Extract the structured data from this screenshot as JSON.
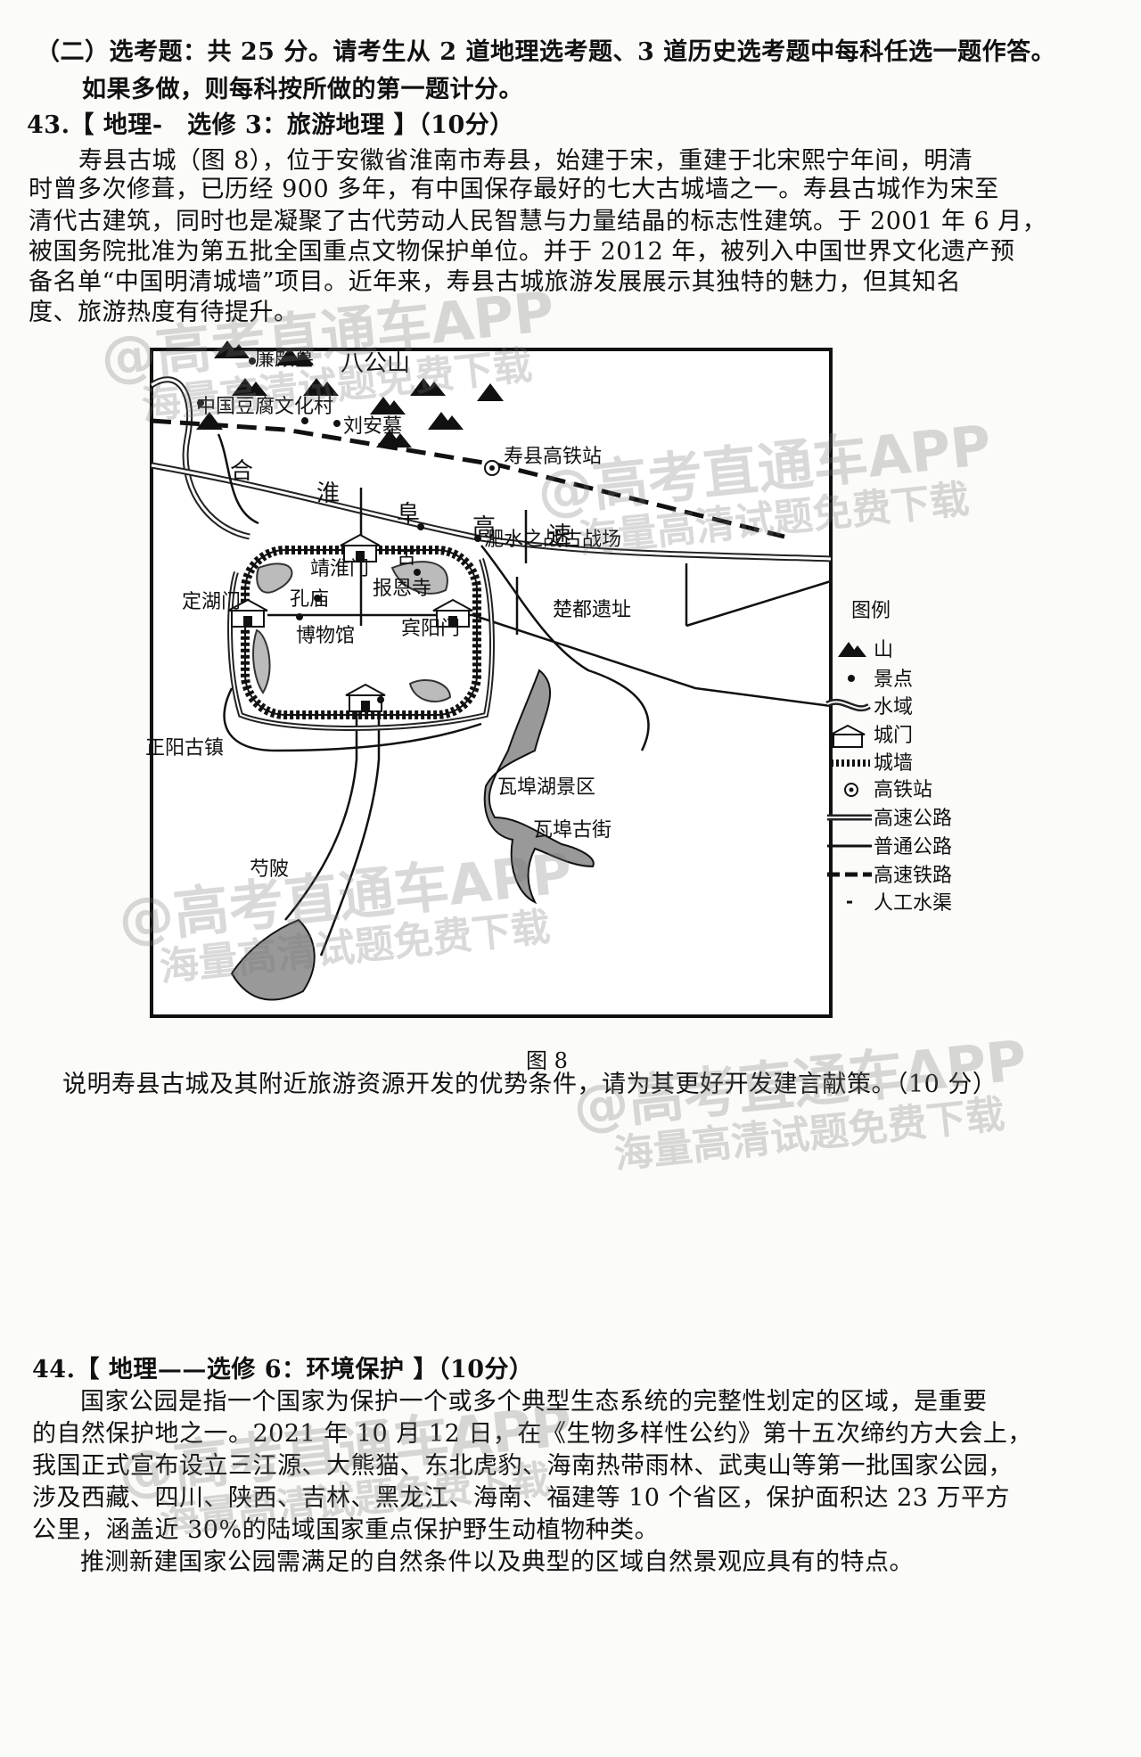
{
  "section_header": "（二）选考题：共 25 分。请考生从 2 道地理选考题、3 道历史选考题中每科任选一题作答。",
  "section_header2": "如果多做，则每科按所做的第一题计分。",
  "q43": {
    "title": "43.【 地理-　选修 3：旅游地理 】（10分）",
    "para": [
      "寿县古城（图 8），位于安徽省淮南市寿县，始建于宋，重建于北宋熙宁年间，明清",
      "时曾多次修葺，已历经 900 多年，有中国保存最好的七大古城墙之一。寿县古城作为宋至",
      "清代古建筑，同时也是凝聚了古代劳动人民智慧与力量结晶的标志性建筑。于 2001 年 6 月，",
      "被国务院批准为第五批全国重点文物保护单位。并于 2012 年，被列入中国世界文化遗产预",
      "备名单“中国明清城墙”项目。近年来，寿县古城旅游发展展示其独特的魅力，但其知名",
      "度、旅游热度有待提升。"
    ],
    "question": "说明寿县古城及其附近旅游资源开发的优势条件，请为其更好开发建言献策。（10 分）"
  },
  "figure": {
    "caption": "图 8",
    "labels": {
      "bagongshan": "八公山",
      "lianpo": "廉颇墓",
      "doufu": "中国豆腐文化村",
      "liuan": "刘安墓",
      "he": "合",
      "huai": "淮",
      "fu": "阜",
      "gao": "高",
      "su": "速",
      "station": "寿县高铁站",
      "jinghuaimen": "靖淮门",
      "gu": "古",
      "feishui": "淝水之战古战场",
      "baoensi": "报恩寺",
      "dinghumen": "定湖门",
      "kongmiao": "孔庙",
      "bowuguan": "博物馆",
      "binyangmen": "宾阳门",
      "chudu": "楚都遗址",
      "zhengyang": "正阳古镇",
      "wabuhu": "瓦埠湖景区",
      "wabugujie": "瓦埠古街",
      "anfeng": "芍陂"
    },
    "legend": {
      "title": "图例",
      "items": [
        "山",
        "景点",
        "水域",
        "城门",
        "城墙",
        "高铁站",
        "高速公路",
        "普通公路",
        "高速铁路",
        "人工水渠"
      ]
    }
  },
  "q44": {
    "title": "44.【 地理——选修 6：环境保护 】（10分）",
    "para": [
      "国家公园是指一个国家为保护一个或多个典型生态系统的完整性划定的区域，是重要",
      "的自然保护地之一。2021 年 10 月 12 日，在《生物多样性公约》第十五次缔约方大会上，",
      "我国正式宣布设立三江源、大熊猫、东北虎豹、海南热带雨林、武夷山等第一批国家公园，",
      "涉及西藏、四川、陕西、吉林、黑龙江、海南、福建等 10 个省区，保护面积达 23 万平方",
      "公里，涵盖近 30%的陆域国家重点保护野生动植物种类。",
      "推测新建国家公园需满足的自然条件以及典型的区域自然景观应具有的特点。"
    ]
  },
  "watermark": {
    "line1": "@高考直通车APP",
    "line2": "海量高清试题免费下载"
  }
}
